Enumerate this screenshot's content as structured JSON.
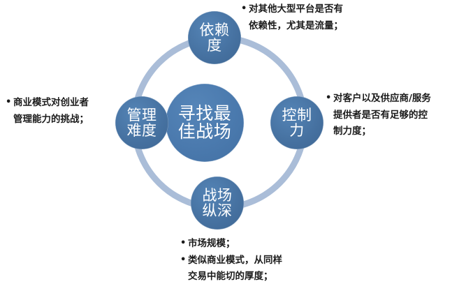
{
  "diagram": {
    "type": "hub-and-spoke-circular",
    "center_node": {
      "id": "center",
      "label": "寻找最佳战场",
      "line1": "寻找最",
      "line2": "佳战场"
    },
    "nodes": [
      {
        "id": "top",
        "label": "依赖度",
        "line1": "依赖",
        "line2": "度"
      },
      {
        "id": "left",
        "label": "管理难度",
        "line1": "管理",
        "line2": "难度"
      },
      {
        "id": "right",
        "label": "控制力",
        "line1": "控制",
        "line2": "力"
      },
      {
        "id": "bottom",
        "label": "战场纵深",
        "line1": "战场",
        "line2": "纵深"
      }
    ],
    "notes": {
      "top": {
        "for_node": "依赖度",
        "bullets": [
          {
            "lines": [
              "对其他大型平台是否有",
              "依赖性，尤其是流量；"
            ]
          }
        ]
      },
      "left": {
        "for_node": "管理难度",
        "bullets": [
          {
            "lines": [
              "商业模式对创业者",
              "管理能力的挑战；"
            ]
          }
        ]
      },
      "right": {
        "for_node": "控制力",
        "bullets": [
          {
            "lines": [
              "对客户以及供应商/服务",
              "提供者是否有足够的控",
              "制力度；"
            ]
          }
        ]
      },
      "bottom": {
        "for_node": "战场纵深",
        "bullets": [
          {
            "lines": [
              "市场规模；"
            ]
          },
          {
            "lines": [
              "类似商业模式，从同样",
              "交易中能切的厚度；"
            ]
          }
        ]
      }
    },
    "colors": {
      "node_fill": "#45709f",
      "center_fill": "#4a79ad",
      "ring": "#aabdd8",
      "node_text": "#ffffff",
      "note_text": "#1b1b1b",
      "background": "#ffffff"
    }
  }
}
